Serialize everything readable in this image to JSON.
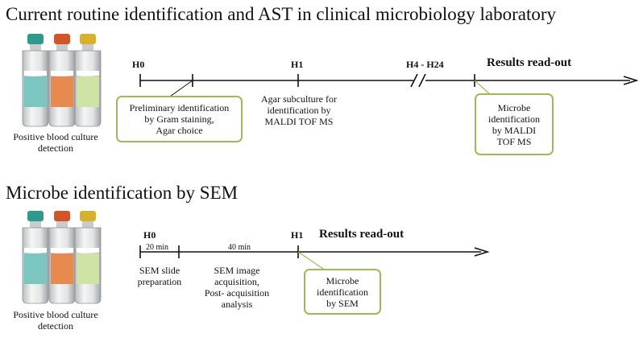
{
  "section1": {
    "title": "Current routine identification and AST in clinical microbiology laboratory",
    "image_caption": "Positive  blood culture\ndetection",
    "milestones": {
      "h0": "H0",
      "h1": "H1",
      "h4_h24": "H4 - H24",
      "results": "Results read-out"
    },
    "box_gram": "Preliminary identification\nby Gram staining,\nAgar choice",
    "agar_text": "Agar subculture for\nidentification by\nMALDI TOF MS",
    "box_maldi": "Microbe\nidentification\nby MALDI\nTOF MS"
  },
  "section2": {
    "title": "Microbe identification by SEM",
    "image_caption": "Positive  blood culture\ndetection",
    "milestones": {
      "h0": "H0",
      "h1": "H1",
      "results": "Results read-out"
    },
    "duration_1": "20 min",
    "duration_2": "40 min",
    "slide_prep": "SEM slide\npreparation",
    "image_acq": "SEM image\nacquisition,\nPost- acquisition\nanalysis",
    "box_sem": "Microbe\nidentification\nby SEM"
  },
  "colors": {
    "box_border": "#9bbb59",
    "bottle_cap_teal": "#2f9a8c",
    "bottle_cap_orange": "#d2552a",
    "bottle_cap_yellow": "#d8b12c"
  },
  "icons": [
    "blood-culture-bottle-icon"
  ]
}
